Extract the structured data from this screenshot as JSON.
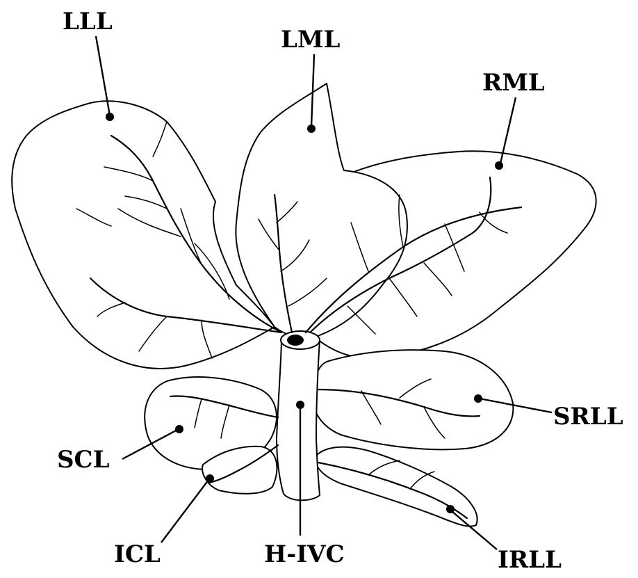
{
  "labels": {
    "lll": "LLL",
    "lml": "LML",
    "rml": "RML",
    "srll": "SRLL",
    "scl": "SCL",
    "icl": "ICL",
    "hivc": "H-IVC",
    "irll": "IRLL"
  }
}
